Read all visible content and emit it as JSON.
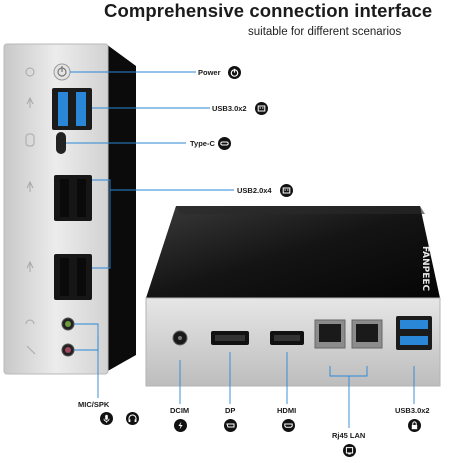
{
  "heading": {
    "title": "Comprehensive connection interface",
    "subtitle": "suitable for different scenarios"
  },
  "device_brand": "FANPEEC",
  "callouts": {
    "power": "Power",
    "usb30_side": "USB3.0x2",
    "typec": "Type-C",
    "usb20": "USB2.0x4",
    "mic_spk": "MIC/SPK",
    "dcim": "DCIM",
    "dp": "DP",
    "hdmi": "HDMI",
    "rj45": "Rj45 LAN",
    "usb30_back": "USB3.0x2"
  },
  "colors": {
    "accent": "#2a86d6",
    "device_silver": "#dcdcdc",
    "device_black": "#0d0d0d"
  },
  "icons": [
    "power-icon",
    "usb-icon",
    "typec-icon",
    "lan-icon",
    "lock-icon",
    "headphone-icon",
    "microphone-icon"
  ]
}
